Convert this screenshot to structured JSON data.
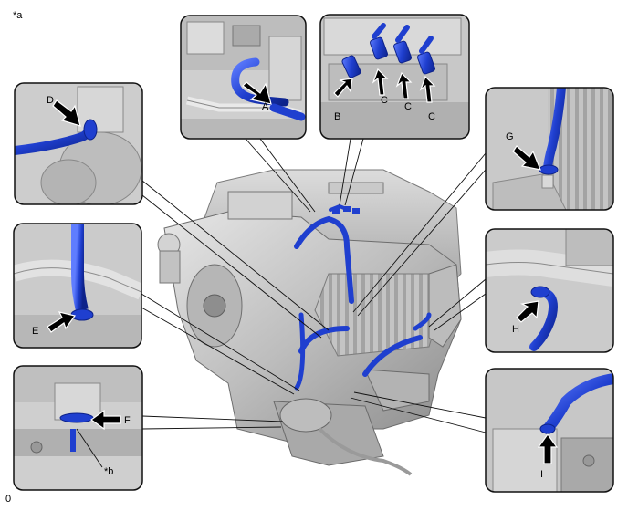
{
  "figure_label": "*a",
  "footer_label": "0",
  "callouts": {
    "a": "A",
    "b": "B",
    "c1": "C",
    "c2": "C",
    "c3": "C",
    "d": "D",
    "e": "E",
    "f": "F",
    "g": "G",
    "h": "H",
    "i": "I",
    "sub_b": "*b"
  },
  "colors": {
    "hose_blue": "#1f3fcf",
    "hose_highlight": "#6f8cff",
    "panel_border": "#111111",
    "engine_gray": "#c9c9c9",
    "engine_dark": "#8d8d8d"
  }
}
